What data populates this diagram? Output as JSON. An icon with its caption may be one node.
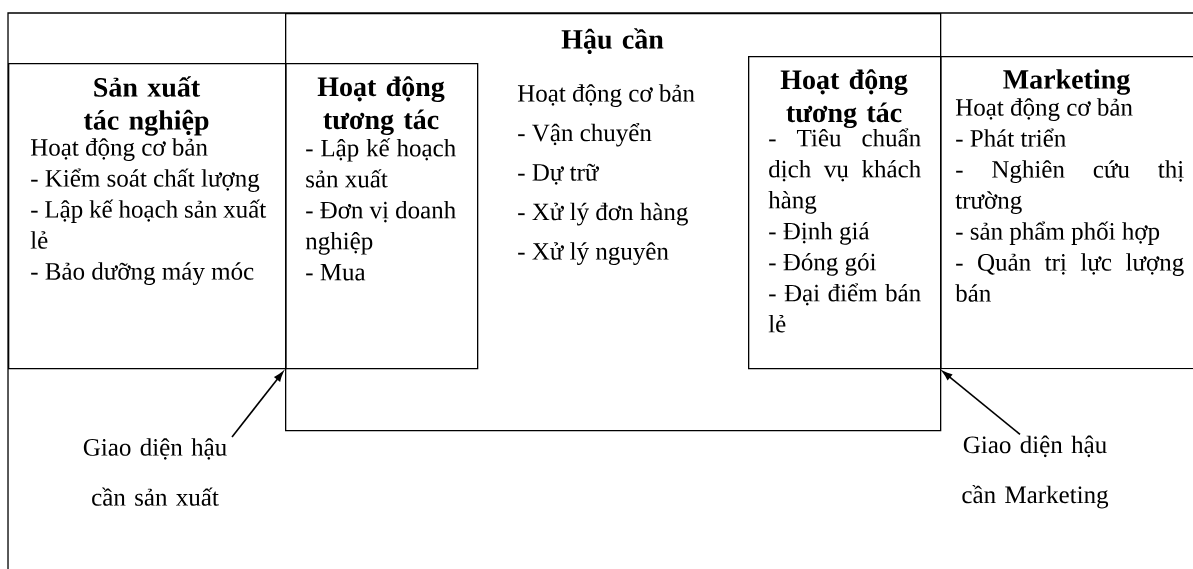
{
  "diagram": {
    "nodes": [
      {
        "text": [
          "Sản xuất tác nghiệp",
          "Hoạt động cơ bản",
          "- Kiểm soát chất lượng",
          "- Lập kế hoạch sản xuất lẻ",
          "- Bảo dưỡng máy móc"
        ]
      },
      {
        "text": [
          "Hậu cần",
          "Hoạt động cơ bản",
          "- Vận chuyển",
          "- Dự trữ",
          "- Xử lý đơn hàng",
          "- Xử lý nguyên"
        ]
      },
      {
        "text": [
          "Hoạt động tương tác",
          "- Lập kế hoạch sản xuất",
          "- Đơn vị doanh nghiệp",
          "- Mua"
        ],
        "in": 1
      },
      {
        "text": [
          "Hoạt động tương tác",
          "- Tiêu chuẩn dịch vụ khách hàng",
          "- Định giá",
          "- Đóng gói",
          "- Đại điểm bán lẻ"
        ],
        "in": 1
      },
      {
        "text": [
          "Marketing",
          "Hoạt động cơ bản",
          "- Phát triển",
          "- Nghiên cứu thị trường",
          "- sản phẩm phối hợp",
          "- Quản trị lực lượng bán"
        ]
      },
      {
        "text": [
          "Giao diện hậu cần sản xuất"
        ]
      },
      {
        "text": [
          "Giao diện hậu cần Marketing"
        ]
      }
    ],
    "edges": [
      {
        "from": 5,
        "to": 2,
        "arrow": "to"
      },
      {
        "from": 6,
        "to": 4,
        "arrow": "to"
      }
    ]
  }
}
